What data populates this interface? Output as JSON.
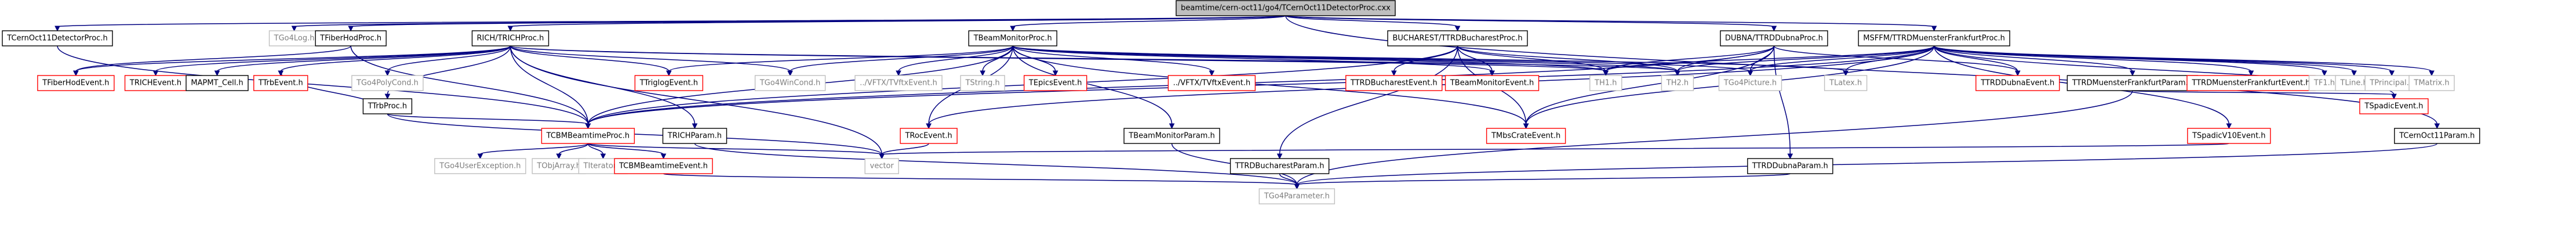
{
  "colors": {
    "edge": "#000080",
    "node_border_documented": "#ff0000",
    "node_border_normal": "#000000",
    "node_border_external": "#bfbfbf",
    "root_fill": "#bfbfbf"
  },
  "root": "beamtime/cern-oct11/go4/TCernOct11DetectorProc.cxx",
  "nodes": [
    {
      "id": "root",
      "label": "beamtime/cern-oct11/go4/TCernOct11DetectorProc.cxx",
      "kind": "root"
    },
    {
      "id": "TCernOct11DetectorProc_h",
      "label": "TCernOct11DetectorProc.h",
      "kind": "normal"
    },
    {
      "id": "TGo4Log_h",
      "label": "TGo4Log.h",
      "kind": "ext"
    },
    {
      "id": "TFiberHodProc_h",
      "label": "TFiberHodProc.h",
      "kind": "normal"
    },
    {
      "id": "RICH_TRICHProc_h",
      "label": "RICH/TRICHProc.h",
      "kind": "normal"
    },
    {
      "id": "TBeamMonitorProc_h",
      "label": "TBeamMonitorProc.h",
      "kind": "normal"
    },
    {
      "id": "BUCHAREST_TTRDBucharestProc_h",
      "label": "BUCHAREST/TTRDBucharestProc.h",
      "kind": "normal"
    },
    {
      "id": "DUBNA_TTRDDubnaProc_h",
      "label": "DUBNA/TTRDDubnaProc.h",
      "kind": "normal"
    },
    {
      "id": "MSFFM_TTRDMuensterFrankfurtProc_h",
      "label": "MSFFM/TTRDMuensterFrankfurtProc.h",
      "kind": "normal"
    },
    {
      "id": "TFiberHodEvent_h",
      "label": "TFiberHodEvent.h",
      "kind": "doc"
    },
    {
      "id": "TRICHEvent_h",
      "label": "TRICHEvent.h",
      "kind": "doc"
    },
    {
      "id": "MAPMT_Cell_h",
      "label": "MAPMT_Cell.h",
      "kind": "normal"
    },
    {
      "id": "TTrbEvent_h",
      "label": "TTrbEvent.h",
      "kind": "doc"
    },
    {
      "id": "TGo4PolyCond_h",
      "label": "TGo4PolyCond.h",
      "kind": "ext"
    },
    {
      "id": "TTrbProc_h",
      "label": "TTrbProc.h",
      "kind": "normal"
    },
    {
      "id": "TGo4WinCond_h",
      "label": "TGo4WinCond.h",
      "kind": "ext"
    },
    {
      "id": "TTriglogEvent_h",
      "label": "TTriglogEvent.h",
      "kind": "doc"
    },
    {
      "id": "TVFTX_TVftxEvent_h_a",
      "label": "../VFTX/TVftxEvent.h",
      "kind": "ext"
    },
    {
      "id": "TString_h",
      "label": "TString.h",
      "kind": "ext"
    },
    {
      "id": "TEpicsEvent_h",
      "label": "TEpicsEvent.h",
      "kind": "doc"
    },
    {
      "id": "TVFTX_TVftxEvent_h_b",
      "label": "../VFTX/TVftxEvent.h",
      "kind": "doc"
    },
    {
      "id": "TTRDBucharestEvent_h",
      "label": "TTRDBucharestEvent.h",
      "kind": "doc"
    },
    {
      "id": "TBeamMonitorEvent_h",
      "label": "TBeamMonitorEvent.h",
      "kind": "doc"
    },
    {
      "id": "TH1_h",
      "label": "TH1.h",
      "kind": "ext"
    },
    {
      "id": "TH2_h",
      "label": "TH2.h",
      "kind": "ext"
    },
    {
      "id": "TGo4Picture_h",
      "label": "TGo4Picture.h",
      "kind": "ext"
    },
    {
      "id": "TLatex_h",
      "label": "TLatex.h",
      "kind": "ext"
    },
    {
      "id": "TTRDDubnaEvent_h",
      "label": "TTRDDubnaEvent.h",
      "kind": "doc"
    },
    {
      "id": "TTRDMuensterFrankfurtParam_h",
      "label": "TTRDMuensterFrankfurtParam.h",
      "kind": "normal"
    },
    {
      "id": "TTRDMuensterFrankfurtEvent_h",
      "label": "TTRDMuensterFrankfurtEvent.h",
      "kind": "doc"
    },
    {
      "id": "TF1_h",
      "label": "TF1.h",
      "kind": "ext"
    },
    {
      "id": "TLine_h",
      "label": "TLine.h",
      "kind": "ext"
    },
    {
      "id": "TPrincipal_h",
      "label": "TPrincipal.h",
      "kind": "ext"
    },
    {
      "id": "TMatrix_h",
      "label": "TMatrix.h",
      "kind": "ext"
    },
    {
      "id": "TCBMBeamtimeProc_h",
      "label": "TCBMBeamtimeProc.h",
      "kind": "doc"
    },
    {
      "id": "TRICHParam_h",
      "label": "TRICHParam.h",
      "kind": "normal"
    },
    {
      "id": "TRocEvent_h",
      "label": "TRocEvent.h",
      "kind": "doc"
    },
    {
      "id": "TBeamMonitorParam_h",
      "label": "TBeamMonitorParam.h",
      "kind": "normal"
    },
    {
      "id": "TMbsCrateEvent_h",
      "label": "TMbsCrateEvent.h",
      "kind": "doc"
    },
    {
      "id": "TSpadicV10Event_h",
      "label": "TSpadicV10Event.h",
      "kind": "doc"
    },
    {
      "id": "TSpadicEvent_h",
      "label": "TSpadicEvent.h",
      "kind": "doc"
    },
    {
      "id": "TCernOct11Param_h",
      "label": "TCernOct11Param.h",
      "kind": "normal"
    },
    {
      "id": "TGo4UserException_h",
      "label": "TGo4UserException.h",
      "kind": "ext"
    },
    {
      "id": "TObjArray_h",
      "label": "TObjArray.h",
      "kind": "ext"
    },
    {
      "id": "TIterator_h",
      "label": "TIterator.h",
      "kind": "ext"
    },
    {
      "id": "TCBMBeamtimeEvent_h",
      "label": "TCBMBeamtimeEvent.h",
      "kind": "doc"
    },
    {
      "id": "vector",
      "label": "vector",
      "kind": "ext"
    },
    {
      "id": "TTRDBucharestParam_h",
      "label": "TTRDBucharestParam.h",
      "kind": "normal"
    },
    {
      "id": "TTRDDubnaParam_h",
      "label": "TTRDDubnaParam.h",
      "kind": "normal"
    },
    {
      "id": "TGo4Parameter_h",
      "label": "TGo4Parameter.h",
      "kind": "ext"
    }
  ],
  "edges": [
    [
      "root",
      "TCernOct11DetectorProc_h"
    ],
    [
      "root",
      "TGo4Log_h"
    ],
    [
      "root",
      "TFiberHodProc_h"
    ],
    [
      "root",
      "RICH_TRICHProc_h"
    ],
    [
      "root",
      "TBeamMonitorProc_h"
    ],
    [
      "root",
      "BUCHAREST_TTRDBucharestProc_h"
    ],
    [
      "root",
      "DUBNA_TTRDDubnaProc_h"
    ],
    [
      "root",
      "MSFFM_TTRDMuensterFrankfurtProc_h"
    ],
    [
      "root",
      "TCernOct11Param_h"
    ],
    [
      "TCernOct11DetectorProc_h",
      "TCBMBeamtimeProc_h"
    ],
    [
      "TFiberHodProc_h",
      "TFiberHodEvent_h"
    ],
    [
      "TFiberHodProc_h",
      "TCBMBeamtimeProc_h"
    ],
    [
      "RICH_TRICHProc_h",
      "TFiberHodEvent_h"
    ],
    [
      "RICH_TRICHProc_h",
      "TRICHEvent_h"
    ],
    [
      "RICH_TRICHProc_h",
      "MAPMT_Cell_h"
    ],
    [
      "RICH_TRICHProc_h",
      "TTrbEvent_h"
    ],
    [
      "RICH_TRICHProc_h",
      "TGo4PolyCond_h"
    ],
    [
      "RICH_TRICHProc_h",
      "TTrbProc_h"
    ],
    [
      "RICH_TRICHProc_h",
      "TGo4WinCond_h"
    ],
    [
      "RICH_TRICHProc_h",
      "TTriglogEvent_h"
    ],
    [
      "RICH_TRICHProc_h",
      "TCBMBeamtimeProc_h"
    ],
    [
      "RICH_TRICHProc_h",
      "TRICHParam_h"
    ],
    [
      "RICH_TRICHProc_h",
      "TH1_h"
    ],
    [
      "RICH_TRICHProc_h",
      "TH2_h"
    ],
    [
      "RICH_TRICHProc_h",
      "vector"
    ],
    [
      "TBeamMonitorProc_h",
      "TVFTX_TVftxEvent_h_a"
    ],
    [
      "TBeamMonitorProc_h",
      "TString_h"
    ],
    [
      "TBeamMonitorProc_h",
      "TEpicsEvent_h"
    ],
    [
      "TBeamMonitorProc_h",
      "TVFTX_TVftxEvent_h_b"
    ],
    [
      "TBeamMonitorProc_h",
      "TBeamMonitorEvent_h"
    ],
    [
      "TBeamMonitorProc_h",
      "TH1_h"
    ],
    [
      "TBeamMonitorProc_h",
      "TH2_h"
    ],
    [
      "TBeamMonitorProc_h",
      "TGo4Picture_h"
    ],
    [
      "TBeamMonitorProc_h",
      "TLatex_h"
    ],
    [
      "TBeamMonitorProc_h",
      "TCBMBeamtimeProc_h"
    ],
    [
      "TBeamMonitorProc_h",
      "TBeamMonitorParam_h"
    ],
    [
      "TBeamMonitorProc_h",
      "TRocEvent_h"
    ],
    [
      "TBeamMonitorProc_h",
      "TMbsCrateEvent_h"
    ],
    [
      "TBeamMonitorProc_h",
      "TTriglogEvent_h"
    ],
    [
      "TBeamMonitorProc_h",
      "TGo4WinCond_h"
    ],
    [
      "BUCHAREST_TTRDBucharestProc_h",
      "TTRDBucharestEvent_h"
    ],
    [
      "BUCHAREST_TTRDBucharestProc_h",
      "TBeamMonitorEvent_h"
    ],
    [
      "BUCHAREST_TTRDBucharestProc_h",
      "TH1_h"
    ],
    [
      "BUCHAREST_TTRDBucharestProc_h",
      "TH2_h"
    ],
    [
      "BUCHAREST_TTRDBucharestProc_h",
      "TCBMBeamtimeProc_h"
    ],
    [
      "BUCHAREST_TTRDBucharestProc_h",
      "TTRDBucharestParam_h"
    ],
    [
      "BUCHAREST_TTRDBucharestProc_h",
      "TMbsCrateEvent_h"
    ],
    [
      "DUBNA_TTRDDubnaProc_h",
      "TH1_h"
    ],
    [
      "DUBNA_TTRDDubnaProc_h",
      "TH2_h"
    ],
    [
      "DUBNA_TTRDDubnaProc_h",
      "TGo4Picture_h"
    ],
    [
      "DUBNA_TTRDDubnaProc_h",
      "TTRDDubnaEvent_h"
    ],
    [
      "DUBNA_TTRDDubnaProc_h",
      "TTRDDubnaParam_h"
    ],
    [
      "DUBNA_TTRDDubnaProc_h",
      "TMbsCrateEvent_h"
    ],
    [
      "DUBNA_TTRDDubnaProc_h",
      "TCBMBeamtimeProc_h"
    ],
    [
      "MSFFM_TTRDMuensterFrankfurtProc_h",
      "TTRDMuensterFrankfurtParam_h"
    ],
    [
      "MSFFM_TTRDMuensterFrankfurtProc_h",
      "TTRDMuensterFrankfurtEvent_h"
    ],
    [
      "MSFFM_TTRDMuensterFrankfurtProc_h",
      "TF1_h"
    ],
    [
      "MSFFM_TTRDMuensterFrankfurtProc_h",
      "TLine_h"
    ],
    [
      "MSFFM_TTRDMuensterFrankfurtProc_h",
      "TPrincipal_h"
    ],
    [
      "MSFFM_TTRDMuensterFrankfurtProc_h",
      "TMatrix_h"
    ],
    [
      "MSFFM_TTRDMuensterFrankfurtProc_h",
      "TH1_h"
    ],
    [
      "MSFFM_TTRDMuensterFrankfurtProc_h",
      "TH2_h"
    ],
    [
      "MSFFM_TTRDMuensterFrankfurtProc_h",
      "TGo4Picture_h"
    ],
    [
      "MSFFM_TTRDMuensterFrankfurtProc_h",
      "TLatex_h"
    ],
    [
      "MSFFM_TTRDMuensterFrankfurtProc_h",
      "TSpadicV10Event_h"
    ],
    [
      "MSFFM_TTRDMuensterFrankfurtProc_h",
      "TSpadicEvent_h"
    ],
    [
      "MSFFM_TTRDMuensterFrankfurtProc_h",
      "TMbsCrateEvent_h"
    ],
    [
      "MSFFM_TTRDMuensterFrankfurtProc_h",
      "TCBMBeamtimeProc_h"
    ],
    [
      "MSFFM_TTRDMuensterFrankfurtProc_h",
      "TRocEvent_h"
    ],
    [
      "MSFFM_TTRDMuensterFrankfurtProc_h",
      "TTRDDubnaEvent_h"
    ],
    [
      "TTrbProc_h",
      "TCBMBeamtimeProc_h"
    ],
    [
      "TTrbProc_h",
      "TTrbEvent_h"
    ],
    [
      "TTrbProc_h",
      "vector"
    ],
    [
      "TTRDMuensterFrankfurtParam_h",
      "TSpadicEvent_h"
    ],
    [
      "TTRDMuensterFrankfurtParam_h",
      "TGo4Parameter_h"
    ],
    [
      "TCBMBeamtimeProc_h",
      "TGo4UserException_h"
    ],
    [
      "TCBMBeamtimeProc_h",
      "TObjArray_h"
    ],
    [
      "TCBMBeamtimeProc_h",
      "TIterator_h"
    ],
    [
      "TCBMBeamtimeProc_h",
      "TCBMBeamtimeEvent_h"
    ],
    [
      "TCBMBeamtimeProc_h",
      "vector"
    ],
    [
      "TRICHParam_h",
      "TGo4Parameter_h"
    ],
    [
      "TRocEvent_h",
      "vector"
    ],
    [
      "TBeamMonitorParam_h",
      "TGo4Parameter_h"
    ],
    [
      "TSpadicV10Event_h",
      "vector"
    ],
    [
      "TCernOct11Param_h",
      "TGo4Parameter_h"
    ],
    [
      "TCBMBeamtimeEvent_h",
      "TGo4Parameter_h"
    ],
    [
      "TTRDBucharestParam_h",
      "TGo4Parameter_h"
    ],
    [
      "TTRDDubnaParam_h",
      "TGo4Parameter_h"
    ]
  ]
}
